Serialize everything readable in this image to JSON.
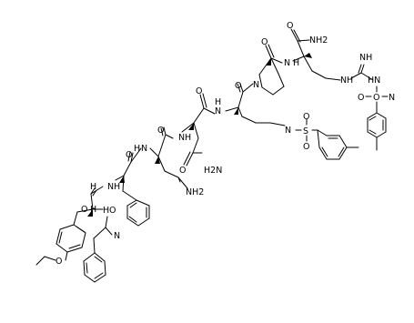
{
  "molecule": {
    "atom_labels": [
      {
        "id": "a1",
        "text": "NH2"
      },
      {
        "id": "a2",
        "text": "N"
      },
      {
        "id": "a3",
        "text": "H"
      },
      {
        "id": "a4",
        "text": "O"
      },
      {
        "id": "a5",
        "text": "N"
      },
      {
        "id": "a6",
        "text": "O"
      },
      {
        "id": "a7",
        "text": "NH"
      },
      {
        "id": "a8",
        "text": "N"
      },
      {
        "id": "a9",
        "text": "H"
      },
      {
        "id": "a10",
        "text": "O"
      },
      {
        "id": "a11",
        "text": "N"
      },
      {
        "id": "a12",
        "text": "H"
      },
      {
        "id": "a13",
        "text": "O"
      },
      {
        "id": "a14",
        "text": "N"
      },
      {
        "id": "a15",
        "text": "H"
      },
      {
        "id": "a16",
        "text": "O"
      },
      {
        "id": "a17",
        "text": "NH2"
      },
      {
        "id": "a18",
        "text": "O"
      },
      {
        "id": "a19",
        "text": "N"
      },
      {
        "id": "a20",
        "text": "H"
      },
      {
        "id": "a21",
        "text": "N"
      },
      {
        "id": "a22",
        "text": "H"
      },
      {
        "id": "a23",
        "text": "O"
      },
      {
        "id": "a24",
        "text": "H"
      },
      {
        "id": "a25",
        "text": "N"
      },
      {
        "id": "a26",
        "text": "S"
      },
      {
        "id": "a27",
        "text": "O"
      },
      {
        "id": "a28",
        "text": "O"
      },
      {
        "id": "a29",
        "text": "HN"
      },
      {
        "id": "a30",
        "text": "H2N"
      },
      {
        "id": "a31",
        "text": "O"
      },
      {
        "id": "a32",
        "text": "O"
      },
      {
        "id": "a33",
        "text": "N"
      },
      {
        "id": "a34",
        "text": "H"
      },
      {
        "id": "a35",
        "text": "O"
      },
      {
        "id": "a36",
        "text": "N"
      },
      {
        "id": "a37",
        "text": "H"
      },
      {
        "id": "a38",
        "text": "O"
      },
      {
        "id": "a39",
        "text": "O"
      }
    ]
  }
}
